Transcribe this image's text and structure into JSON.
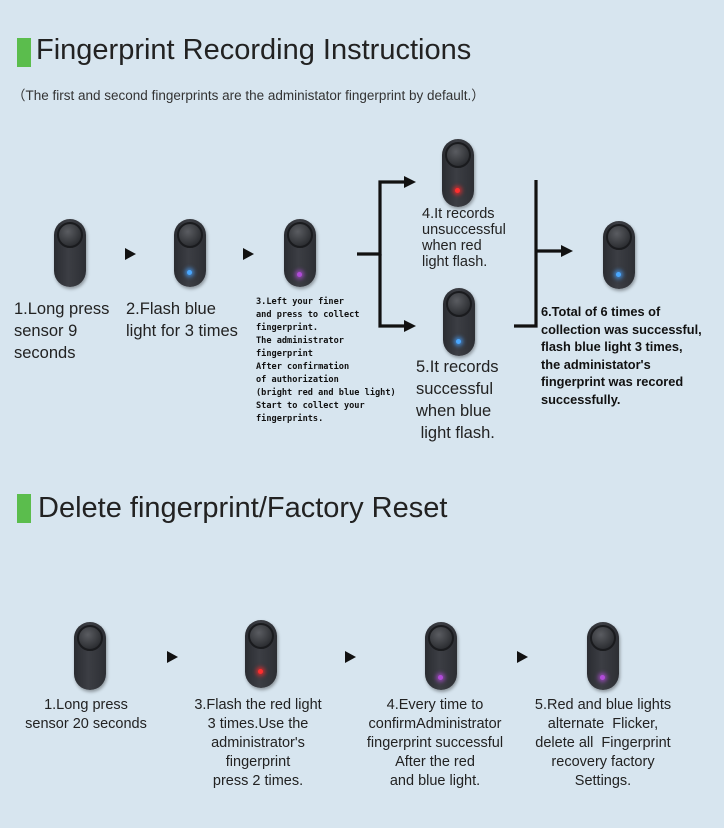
{
  "section1": {
    "title": "Fingerprint Recording Instructions",
    "note": "（The first and second fingerprints are the administator fingerprint by default.）",
    "steps": {
      "step1": "1.Long press\nsensor 9\nseconds",
      "step2": "2.Flash blue\nlight for 3 times",
      "step3": "3.Left your finer\nand press to collect\nfingerprint.\nThe administrator\nfingerprint\nAfter confirmation\nof authorization\n(bright red and blue light)\nStart to collect your\nfingerprints.",
      "step4": "4.It records\nunsuccessful\nwhen red\nlight flash.",
      "step5": "5.It records\nsuccessful\nwhen blue\n light flash.",
      "step6": "6.Total of 6 times of\ncollection was successful,\nflash blue light 3 times,\nthe administator's\nfingerprint was recored\nsuccessfully."
    },
    "led_colors": {
      "step1": "none",
      "step2": "blue",
      "step3": "purple",
      "step4": "red",
      "step5": "blue",
      "step6": "blue"
    }
  },
  "section2": {
    "title": "Delete fingerprint/Factory Reset",
    "steps": {
      "step1": "1.Long press\nsensor 20 seconds",
      "step3": "3.Flash the red light\n3 times.Use the\nadministrator's\nfingerprint\npress 2 times.",
      "step4": "4.Every time to\nconfirmAdministrator\nfingerprint successful\nAfter the red\nand blue light.",
      "step5": "5.Red and blue lights\nalternate  Flicker,\ndelete all  Fingerprint\nrecovery factory\nSettings."
    },
    "led_colors": {
      "step1": "none",
      "step3": "red",
      "step4": "purple",
      "step5": "purple"
    }
  },
  "colors": {
    "background": "#d7e5ef",
    "accent_bar": "#5bbd4d",
    "led_blue": "#4aa8ff",
    "led_red": "#ff2e2e",
    "led_purple": "#b04bd8"
  }
}
